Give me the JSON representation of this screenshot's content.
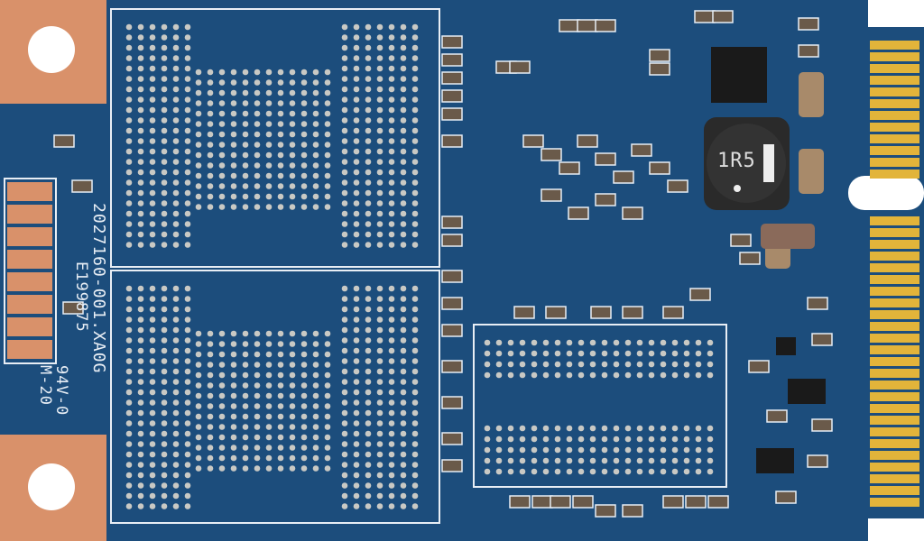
{
  "board": {
    "part_number": "2027160-001.XA0G",
    "ul_number": "E199875",
    "flammability": "94V-0",
    "layer_code": "M-20",
    "inductor_marking": "1R5"
  },
  "colors": {
    "pcb": "#1c4d7c",
    "pcb_dark": "#163f69",
    "copper": "#d9916a",
    "gold": "#e2b43a",
    "silkscreen": "#e8eef5",
    "solder_ball": "#c9c9c4"
  }
}
